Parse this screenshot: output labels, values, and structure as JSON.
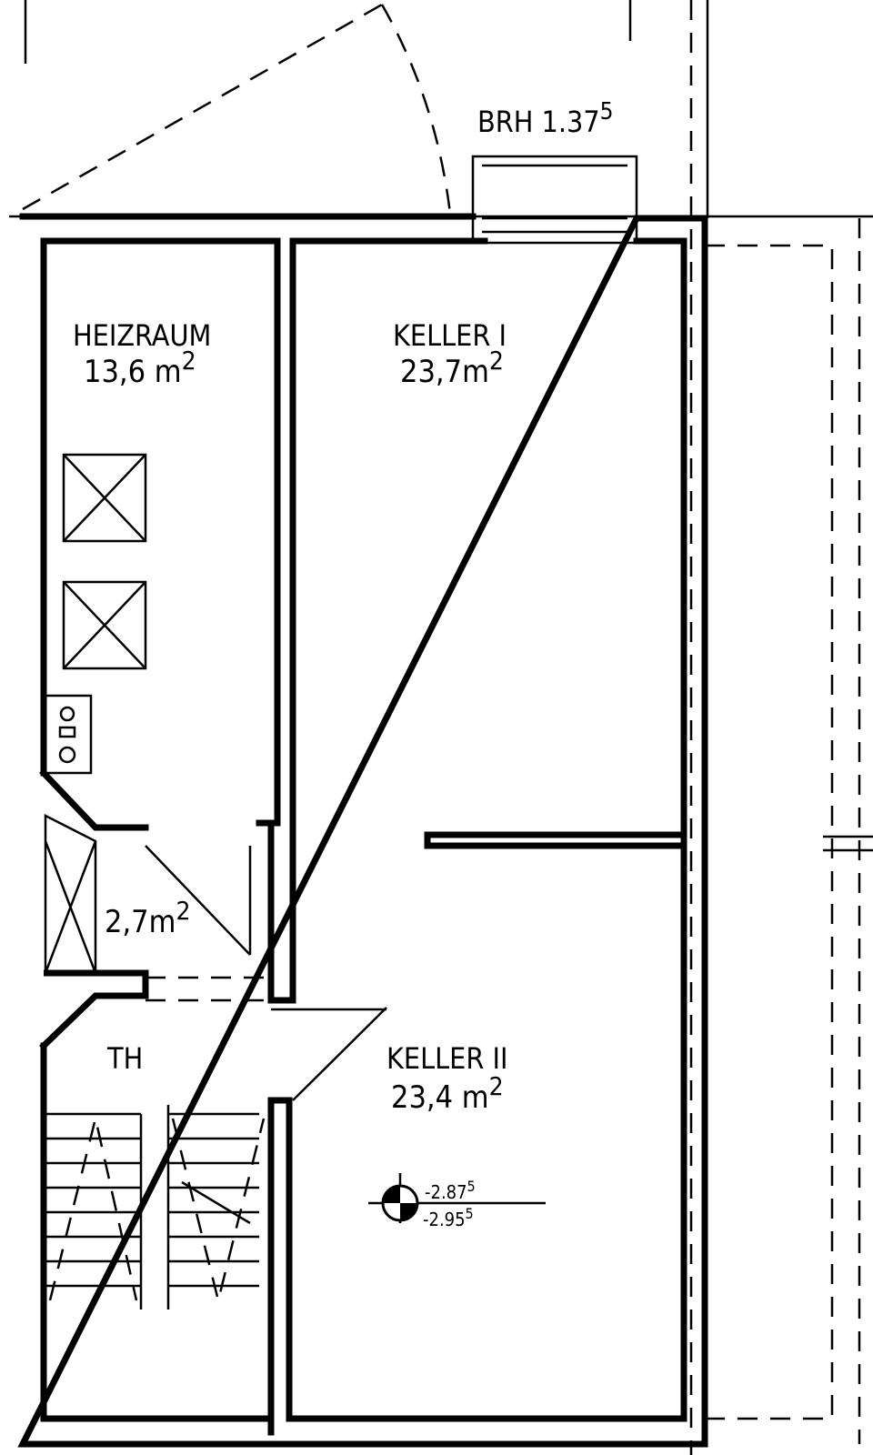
{
  "window": {
    "label": "BRH 1.37",
    "label_sup": "5"
  },
  "rooms": [
    {
      "name": "HEIZRAUM",
      "area": "13,6 m",
      "sup": "2"
    },
    {
      "name": "KELLER I",
      "area": "23,7m",
      "sup": "2"
    },
    {
      "name": "",
      "area": "2,7m",
      "sup": "2"
    },
    {
      "name": "TH",
      "area": "",
      "sup": ""
    },
    {
      "name": "KELLER II",
      "area": "23,4 m",
      "sup": "2"
    }
  ],
  "level_marker": {
    "upper": "-2.87",
    "upper_sup": "5",
    "lower": "-2.95",
    "lower_sup": "5"
  }
}
